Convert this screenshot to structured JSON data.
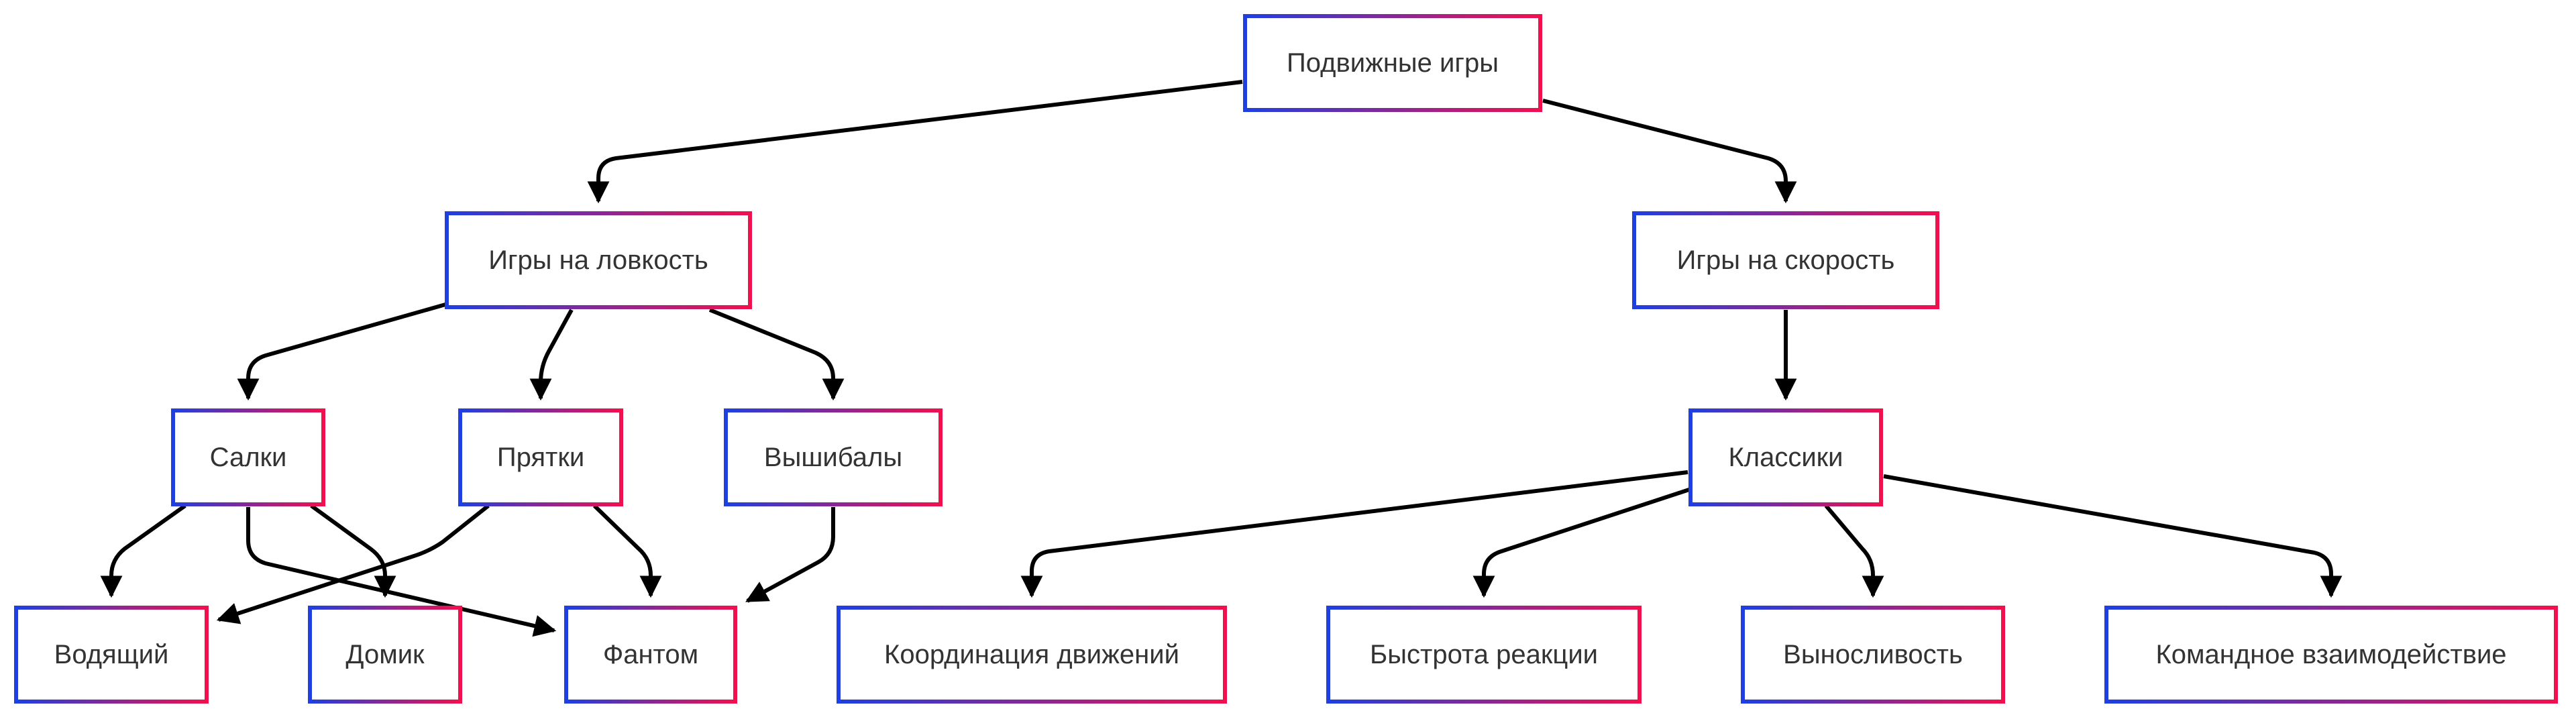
{
  "diagram": {
    "type": "flowchart",
    "direction": "top-down",
    "colors": {
      "border_start": "#1f3fe0",
      "border_end": "#f0104e",
      "edge": "#000000",
      "node_fill": "#ffffff",
      "text": "#333333"
    },
    "nodes": [
      {
        "id": "root",
        "label": "Подвижные игры"
      },
      {
        "id": "agility",
        "label": "Игры на ловкость"
      },
      {
        "id": "speed",
        "label": "Игры на скорость"
      },
      {
        "id": "salki",
        "label": "Салки"
      },
      {
        "id": "pryatki",
        "label": "Прятки"
      },
      {
        "id": "vyshibaly",
        "label": "Вышибалы"
      },
      {
        "id": "klassiki",
        "label": "Классики"
      },
      {
        "id": "vodyashchiy",
        "label": "Водящий"
      },
      {
        "id": "domik",
        "label": "Домик"
      },
      {
        "id": "fantom",
        "label": "Фантом"
      },
      {
        "id": "koordinatsiya",
        "label": "Координация движений"
      },
      {
        "id": "bystrota",
        "label": "Быстрота реакции"
      },
      {
        "id": "vynoslivost",
        "label": "Выносливость"
      },
      {
        "id": "komandnoe",
        "label": "Командное взаимодействие"
      }
    ],
    "edges": [
      {
        "from": "root",
        "to": "agility"
      },
      {
        "from": "root",
        "to": "speed"
      },
      {
        "from": "agility",
        "to": "salki"
      },
      {
        "from": "agility",
        "to": "pryatki"
      },
      {
        "from": "agility",
        "to": "vyshibaly"
      },
      {
        "from": "speed",
        "to": "klassiki"
      },
      {
        "from": "salki",
        "to": "vodyashchiy"
      },
      {
        "from": "salki",
        "to": "domik"
      },
      {
        "from": "salki",
        "to": "fantom"
      },
      {
        "from": "pryatki",
        "to": "vodyashchiy"
      },
      {
        "from": "pryatki",
        "to": "fantom"
      },
      {
        "from": "vyshibaly",
        "to": "fantom"
      },
      {
        "from": "klassiki",
        "to": "koordinatsiya"
      },
      {
        "from": "klassiki",
        "to": "bystrota"
      },
      {
        "from": "klassiki",
        "to": "vynoslivost"
      },
      {
        "from": "klassiki",
        "to": "komandnoe"
      }
    ]
  }
}
